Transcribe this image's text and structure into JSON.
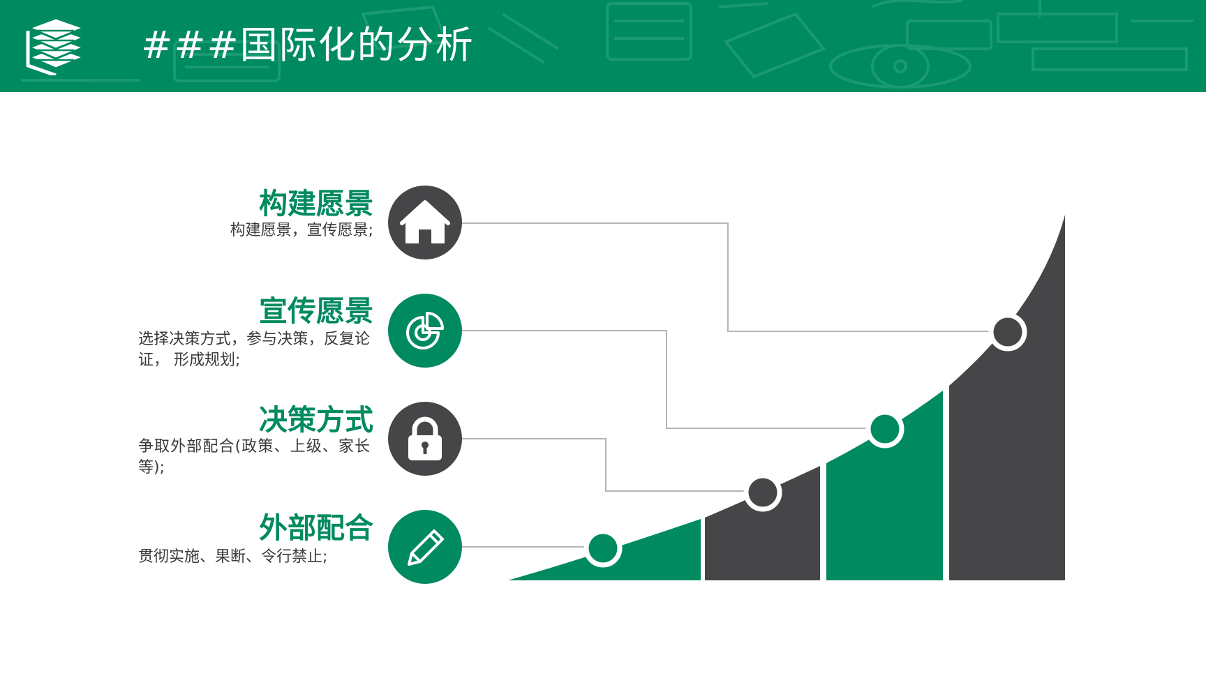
{
  "header": {
    "title": "###国际化的分析",
    "logo_icon": "stacked-books-icon"
  },
  "colors": {
    "brand_green": "#008a60",
    "dark_gray": "#464648",
    "connector_gray": "#b4b4b4",
    "text_dark": "#3a3a3a"
  },
  "steps": [
    {
      "title": "构建愿景",
      "description": "构建愿景，宣传愿景;",
      "icon": "home-icon",
      "icon_color": "#464648"
    },
    {
      "title": "宣传愿景",
      "description": "选择决策方式，参与决策，反复论证，  形成规划;",
      "icon": "pie-chart-icon",
      "icon_color": "#008a60"
    },
    {
      "title": "决策方式",
      "description": "争取外部配合(政策、上级、家长等);",
      "icon": "lock-icon",
      "icon_color": "#464648"
    },
    {
      "title": "外部配合",
      "description": "贯彻实施、果断、令行禁止;",
      "icon": "pencil-icon",
      "icon_color": "#008a60"
    }
  ]
}
